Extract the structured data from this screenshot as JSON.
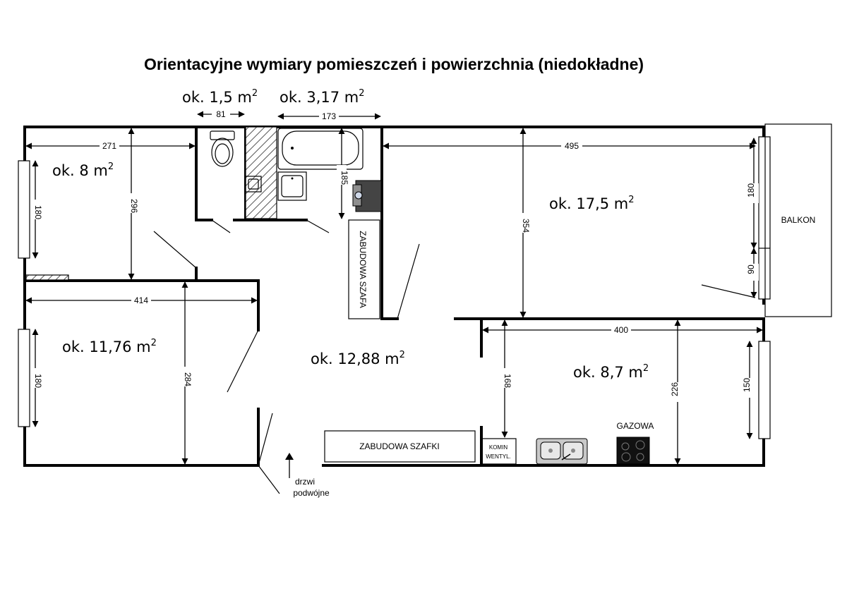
{
  "title": "Orientacyjne wymiary pomieszczeń i powierzchnia (niedokładne)",
  "areas": {
    "wc": {
      "prefix": "ok. 1,5 m",
      "sup": "2"
    },
    "bathroom": {
      "prefix": "ok. 3,17 m",
      "sup": "2"
    },
    "room_small": {
      "prefix": "ok. 8 m",
      "sup": "2"
    },
    "living_room": {
      "prefix": "ok. 17,5 m",
      "sup": "2"
    },
    "room_left": {
      "prefix": "ok. 11,76 m",
      "sup": "2"
    },
    "hall": {
      "prefix": "ok. 12,88 m",
      "sup": "2"
    },
    "kitchen": {
      "prefix": "ok. 8,7 m",
      "sup": "2"
    }
  },
  "dimensions": {
    "wc_width": "81",
    "bathroom_width": "173",
    "room_small_width": "271",
    "room_small_depth": "296",
    "window_room_small": "180",
    "bathroom_depth": "185",
    "living_width": "495",
    "living_depth": "354",
    "balcony_window": "180",
    "balcony_door": "90",
    "room_left_width": "414",
    "room_left_depth": "284",
    "window_room_left": "180",
    "kitchen_width": "400",
    "kitchen_depth_left": "168",
    "kitchen_depth_right": "226",
    "kitchen_window": "150"
  },
  "labels": {
    "wardrobe": "ZABUDOWA SZAFA",
    "balcony": "BALKON",
    "cabinets": "ZABUDOWA SZAFKI",
    "chimney_line1": "KOMIN",
    "chimney_line2": "WENTYL.",
    "gas": "GAZOWA",
    "door_line1": "drzwi",
    "door_line2": "podwójne"
  }
}
